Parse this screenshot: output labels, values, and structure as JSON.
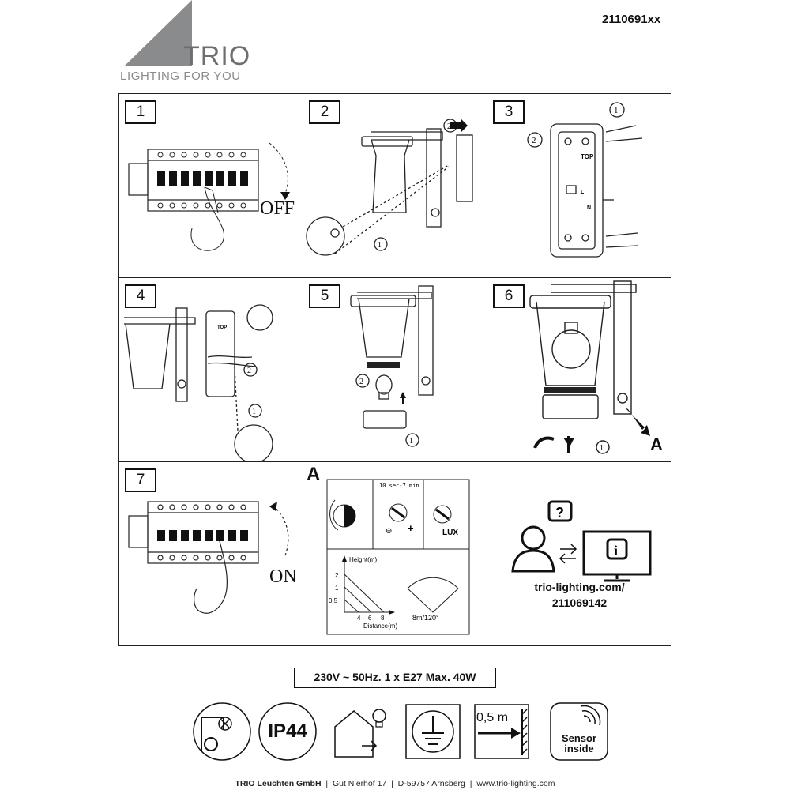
{
  "header": {
    "model_number": "2110691xx",
    "brand_name": "TRIO",
    "brand_tagline": "LIGHTING FOR YOU"
  },
  "steps": [
    {
      "label": "1",
      "caption": "OFF"
    },
    {
      "label": "2",
      "callouts": [
        "2",
        "1"
      ]
    },
    {
      "label": "3",
      "callouts": [
        "1",
        "2"
      ],
      "mount_text": "TOP",
      "terminal_l": "L",
      "terminal_n": "N"
    },
    {
      "label": "4",
      "callouts": [
        "2",
        "1"
      ],
      "mount_text": "TOP"
    },
    {
      "label": "5",
      "callouts": [
        "2",
        "1"
      ]
    },
    {
      "label": "6",
      "callouts": [
        "1"
      ],
      "marker": "A"
    },
    {
      "label": "7",
      "caption": "ON"
    }
  ],
  "sensor_panel": {
    "title": "A",
    "time_range": "10 sec-7 min",
    "minus": "⊖",
    "plus": "+",
    "lux_label": "LUX",
    "height_axis": "Height(m)",
    "distance_axis": "Distance(m)",
    "height_ticks": [
      "2",
      "1",
      "0.5"
    ],
    "distance_ticks": [
      "4",
      "6",
      "8"
    ],
    "range_label": "8m/120°"
  },
  "info_panel": {
    "url_line1": "trio-lighting.com/",
    "url_line2": "211069142"
  },
  "specs": "230V ~ 50Hz. 1 x E27 Max. 40W",
  "symbols": {
    "ip_rating": "IP44",
    "distance": "0,5 m",
    "sensor_line1": "Sensor",
    "sensor_line2": "inside"
  },
  "footer": {
    "company": "TRIO Leuchten GmbH",
    "address1": "Gut Nierhof 17",
    "address2": "D-59757 Arnsberg",
    "website": "www.trio-lighting.com"
  }
}
